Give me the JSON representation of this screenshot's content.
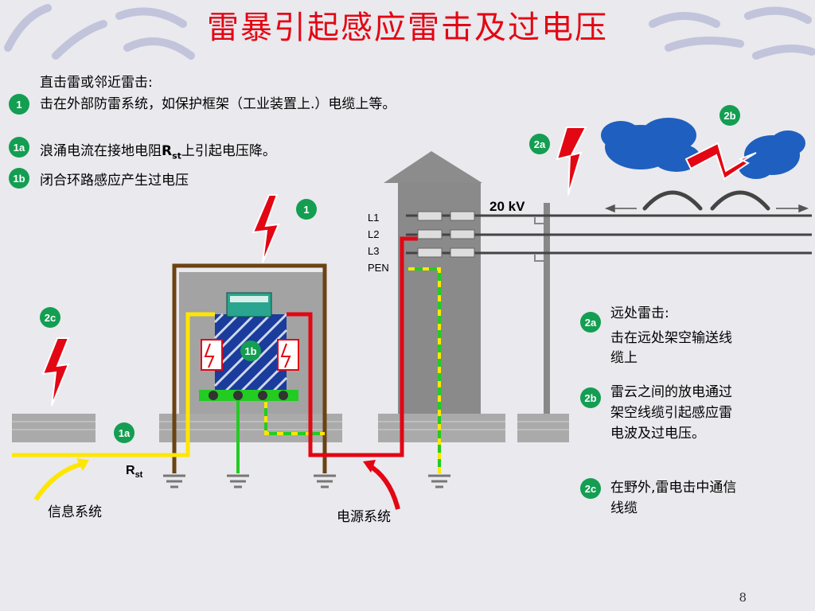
{
  "title": "雷暴引起感应雷击及过电压",
  "badges": {
    "one": "1",
    "one_a": "1a",
    "one_b": "1b",
    "two_a": "2a",
    "two_b": "2b",
    "two_c": "2c"
  },
  "notes": {
    "n1_line1": "直击雷或邻近雷击:",
    "n1_line2": "击在外部防雷系统，如保护框架（工业装置上.）电缆上等。",
    "n1a_pre": "浪涌电流在接地电阻",
    "n1a_R": "R",
    "n1a_sub": "st",
    "n1a_post": "上引起电压降。",
    "n1b": "闭合环路感应产生过电压"
  },
  "right_notes": {
    "n2a_line1": "远处雷击:",
    "n2a_line2": "击在远处架空输送线",
    "n2a_line3": "缆上",
    "n2b_line1": "雷云之间的放电通过",
    "n2b_line2": "架空线缆引起感应雷",
    "n2b_line3": "电波及过电压。",
    "n2c_line1": "在野外,雷电击中通信",
    "n2c_line2": "线缆"
  },
  "diagram": {
    "voltage": "20 kV",
    "lines": [
      "L1",
      "L2",
      "L3",
      "PEN"
    ],
    "rst_R": "R",
    "rst_sub": "st",
    "info_system": "信息系统",
    "power_system": "电源系统"
  },
  "colors": {
    "title": "#e30613",
    "badge": "#139e52",
    "lightning": "#e30613",
    "cloud": "#1f5fbf",
    "frame": "#7a4a12"
  },
  "page_number": "8"
}
